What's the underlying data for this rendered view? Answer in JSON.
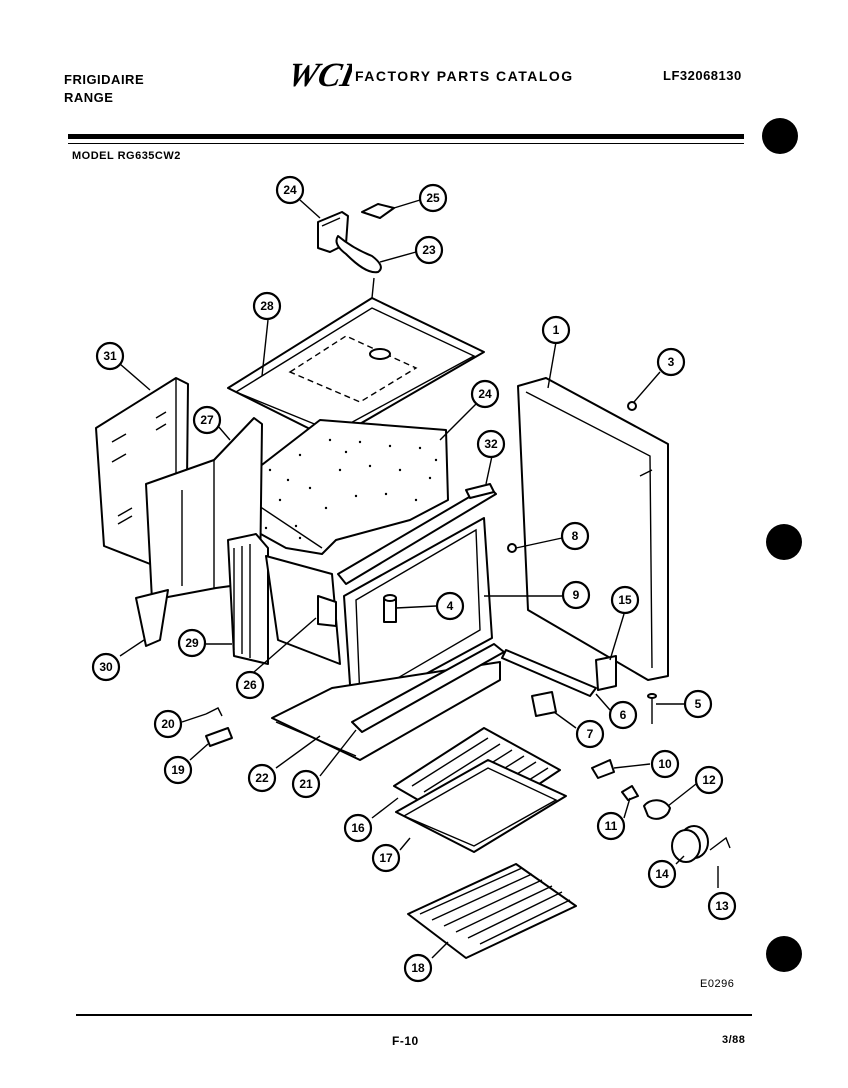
{
  "header": {
    "brand": "FRIGIDAIRE",
    "product": "RANGE",
    "logo": "WCI",
    "catalog_title": "FACTORY PARTS CATALOG",
    "catalog_number": "LF32068130"
  },
  "model_label": "MODEL RG635CW2",
  "diagram_code": "E0296",
  "footer": {
    "page": "F-10",
    "date": "3/88"
  },
  "callouts": {
    "c24a": "24",
    "c25": "25",
    "c23": "23",
    "c28": "28",
    "c31": "31",
    "c27": "27",
    "c24b": "24",
    "c32": "32",
    "c1": "1",
    "c3": "3",
    "c8": "8",
    "c4": "4",
    "c9": "9",
    "c15": "15",
    "c29": "29",
    "c26": "26",
    "c30": "30",
    "c5": "5",
    "c6": "6",
    "c7": "7",
    "c20": "20",
    "c19": "19",
    "c22": "22",
    "c21": "21",
    "c10": "10",
    "c12": "12",
    "c11": "11",
    "c16": "16",
    "c17": "17",
    "c14": "14",
    "c13": "13",
    "c18": "18"
  }
}
